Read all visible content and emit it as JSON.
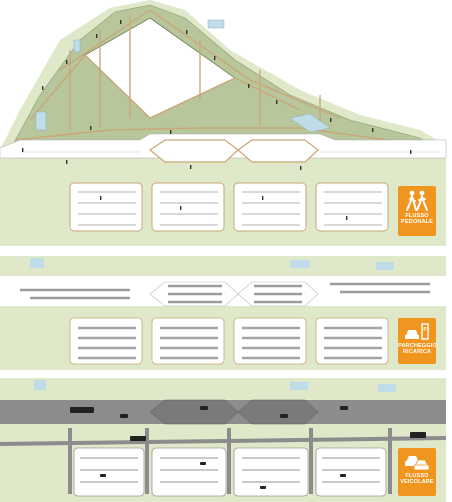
{
  "panels": [
    {
      "id": "pedestrian",
      "badge": {
        "line1": "FLUSSO",
        "line2": "PEDONALE",
        "icon": "walking-people-icon"
      }
    },
    {
      "id": "parking",
      "badge": {
        "line1": "PARCHEGGIO",
        "line2": "RICARICA",
        "icon": "car-charging-icon"
      }
    },
    {
      "id": "vehicular",
      "badge": {
        "line1": "FLUSSO",
        "line2": "VEICOLARE",
        "icon": "cars-icon"
      }
    }
  ],
  "colors": {
    "accent": "#f0951e",
    "land": "#dfe8c8",
    "building": "#ffffff",
    "walkway": "#c9a77a",
    "water": "#bfdde8",
    "road": "#8c8c8c",
    "green_roof": "#9fb37a"
  }
}
